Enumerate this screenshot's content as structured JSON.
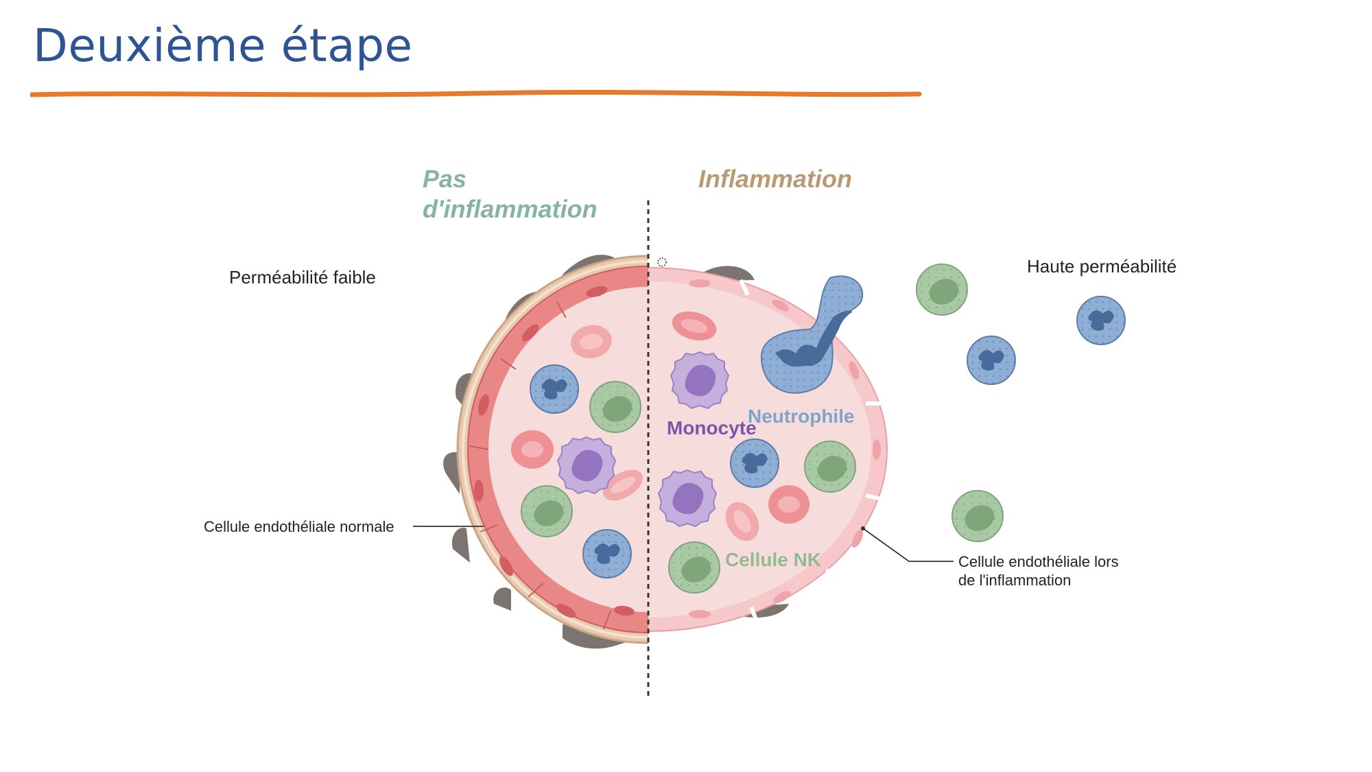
{
  "slide": {
    "title": "Deuxième étape"
  },
  "colors": {
    "title": "#2F5496",
    "underline": "#E7792B",
    "no_inflammation": "#85B59E",
    "inflammation": "#B99A74",
    "monocyte": "#7A55A8",
    "neutrophile": "#7FA3C9",
    "nk": "#95BA92",
    "text": "#222222"
  },
  "diagram": {
    "left_heading_line1": "Pas",
    "left_heading_line2": "d'inflammation",
    "right_heading": "Inflammation",
    "left_permeability": "Perméabilité faible",
    "right_permeability": "Haute perméabilité",
    "label_normal_cell": "Cellule endothéliale normale",
    "label_inflamed_cell_line1": "Cellule endothéliale lors",
    "label_inflamed_cell_line2": "de l'inflammation",
    "cell_monocyte": "Monocyte",
    "cell_neutrophile": "Neutrophile",
    "cell_nk": "Cellule NK"
  }
}
